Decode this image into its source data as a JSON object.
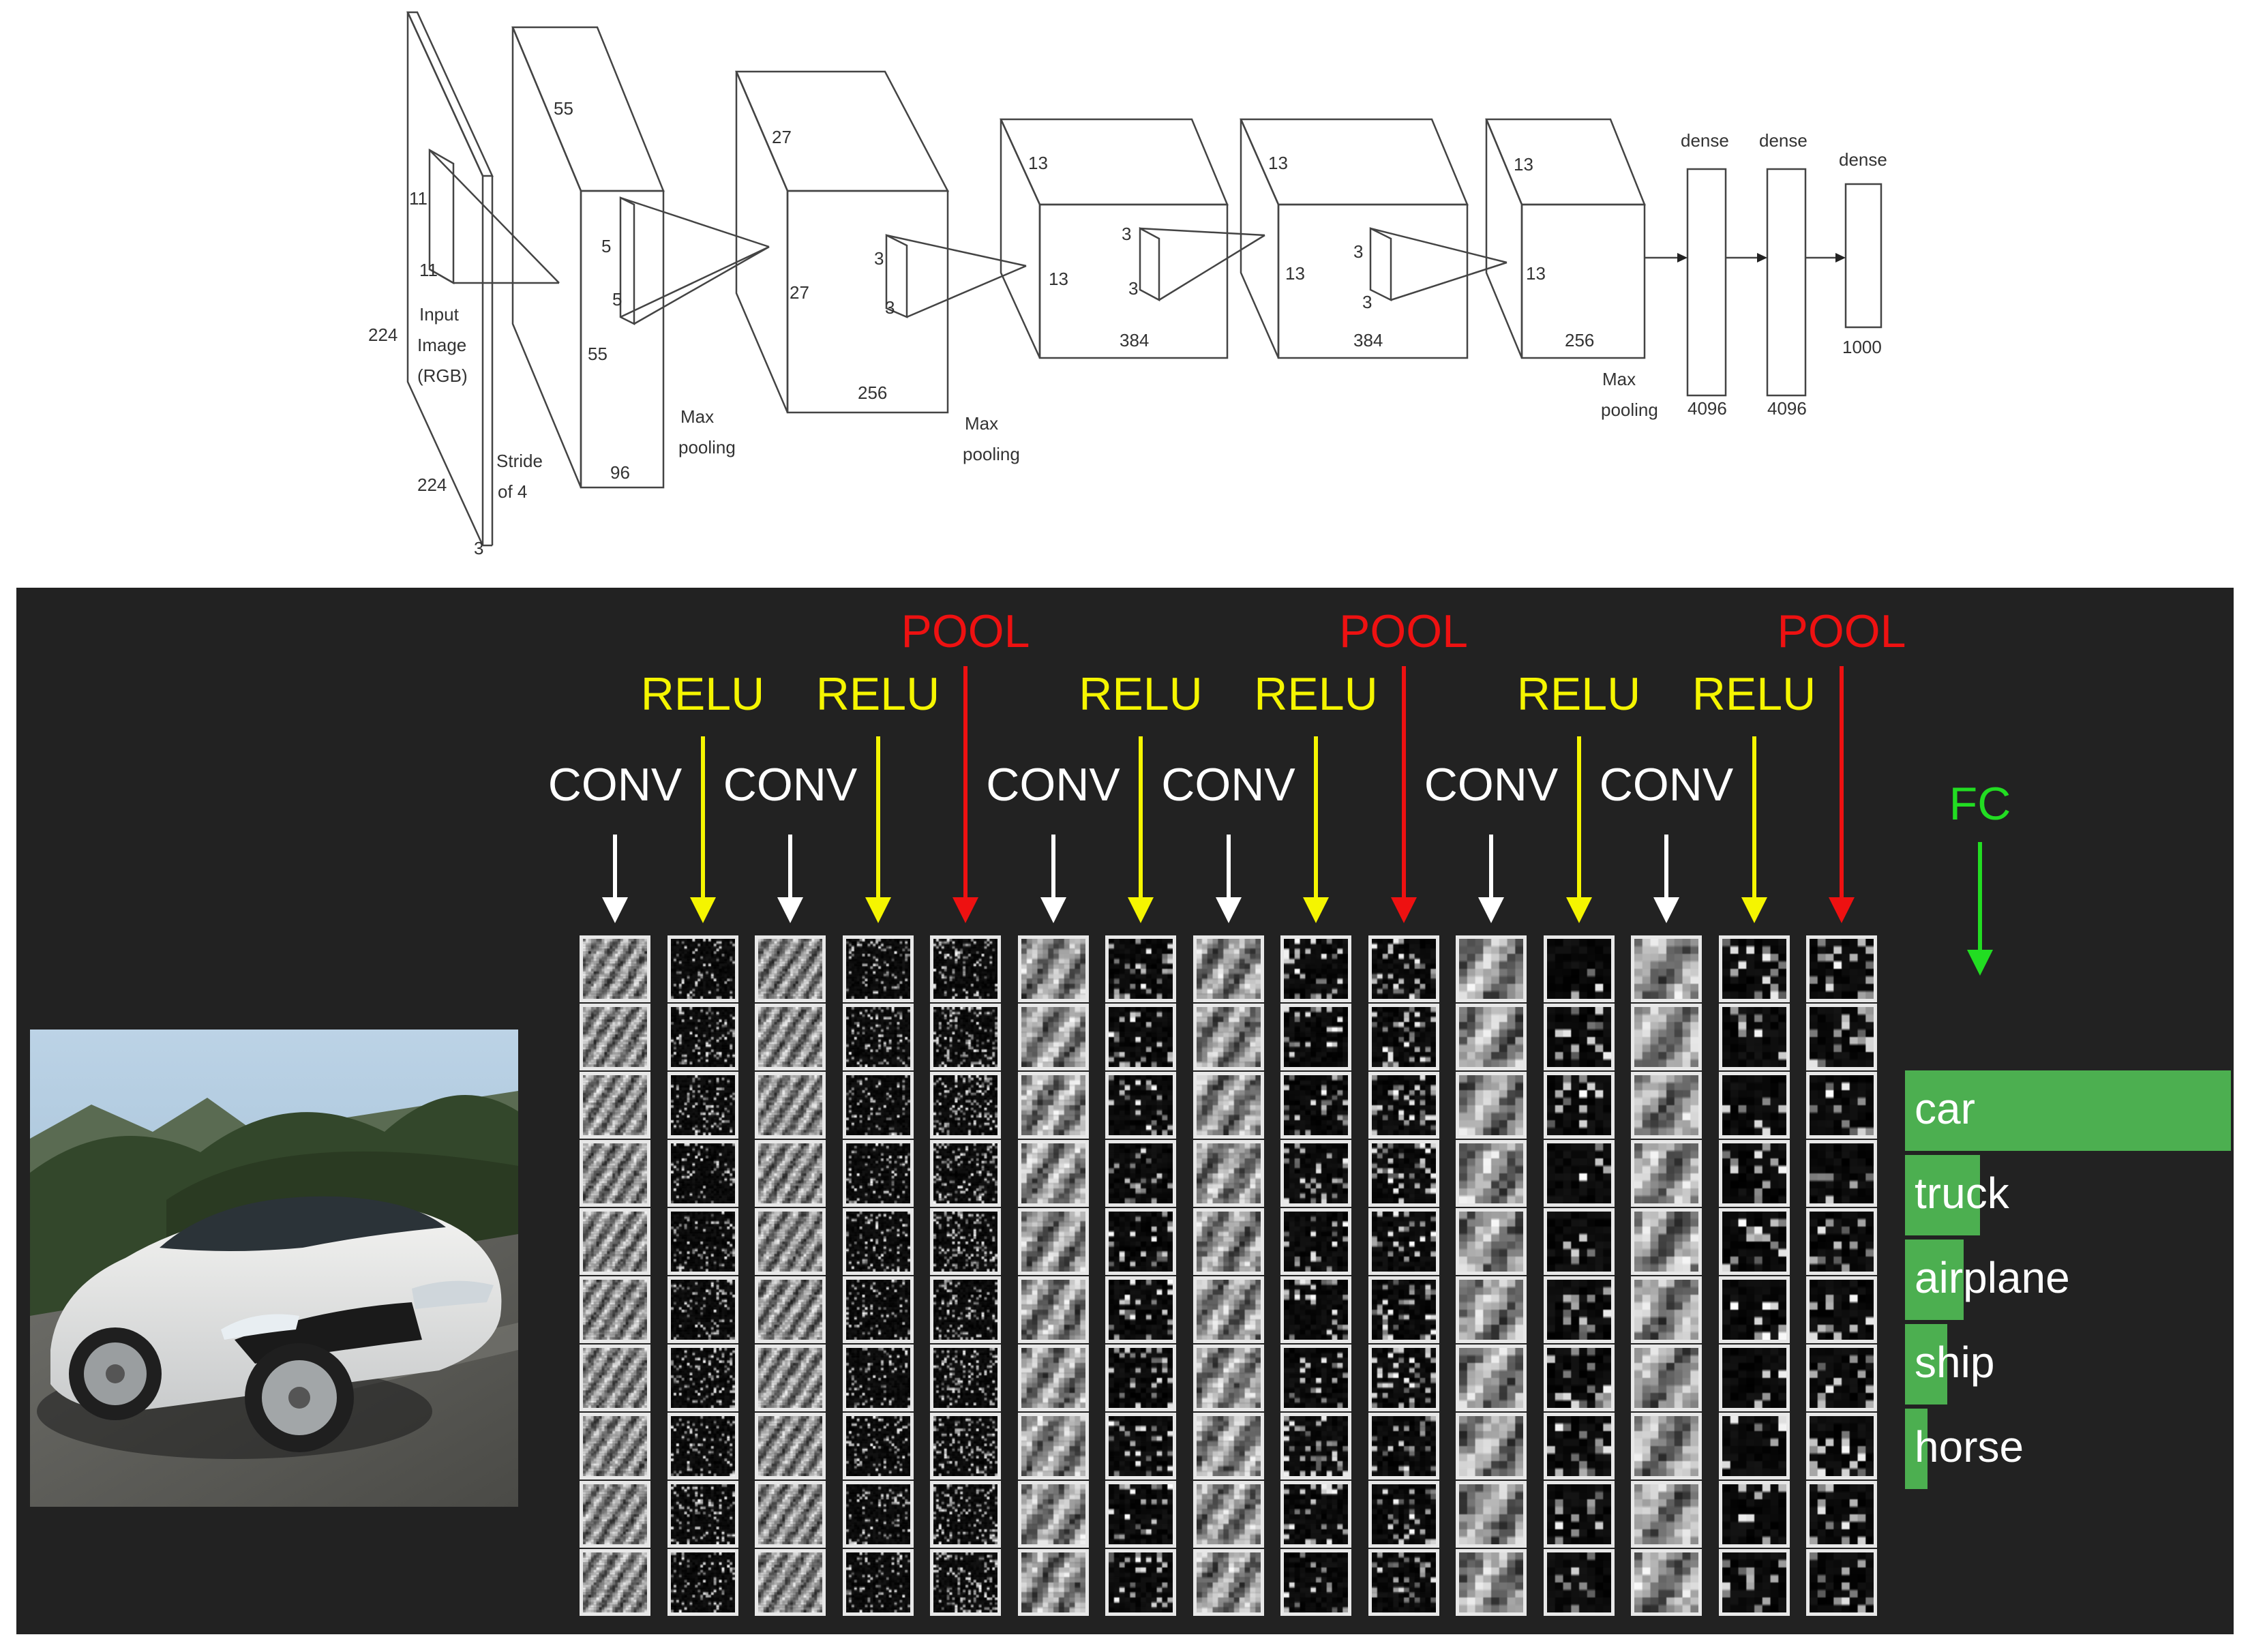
{
  "alexnet": {
    "input": {
      "depth": "3",
      "height": "224",
      "width": "224",
      "kernel_a": "11",
      "kernel_b": "11",
      "caption_1": "Input",
      "caption_2": "Image",
      "caption_3": "(RGB)"
    },
    "stride_1": "Stride",
    "stride_2": "of 4",
    "conv1": {
      "top": "55",
      "side": "55",
      "depth": "96",
      "k_a": "5",
      "k_b": "5"
    },
    "pool1_1": "Max",
    "pool1_2": "pooling",
    "conv2": {
      "top": "27",
      "side": "27",
      "depth": "256",
      "k_a": "3",
      "k_b": "3"
    },
    "pool2_1": "Max",
    "pool2_2": "pooling",
    "conv3": {
      "top": "13",
      "side": "13",
      "depth": "384",
      "k_a": "3",
      "k_b": "3"
    },
    "conv4": {
      "top": "13",
      "side": "13",
      "depth": "384",
      "k_a": "3",
      "k_b": "3"
    },
    "conv5": {
      "top": "13",
      "side": "13",
      "depth": "256"
    },
    "pool3_1": "Max",
    "pool3_2": "pooling",
    "dense_label": "dense",
    "fc6": "4096",
    "fc7": "4096",
    "fc8": "1000"
  },
  "pipeline": {
    "stages": [
      {
        "label": "CONV",
        "kind": "conv"
      },
      {
        "label": "RELU",
        "kind": "relu"
      },
      {
        "label": "CONV",
        "kind": "conv"
      },
      {
        "label": "RELU",
        "kind": "relu"
      },
      {
        "label": "POOL",
        "kind": "pool"
      },
      {
        "label": "CONV",
        "kind": "conv"
      },
      {
        "label": "RELU",
        "kind": "relu"
      },
      {
        "label": "CONV",
        "kind": "conv"
      },
      {
        "label": "RELU",
        "kind": "relu"
      },
      {
        "label": "POOL",
        "kind": "pool"
      },
      {
        "label": "CONV",
        "kind": "conv"
      },
      {
        "label": "RELU",
        "kind": "relu"
      },
      {
        "label": "CONV",
        "kind": "conv"
      },
      {
        "label": "RELU",
        "kind": "relu"
      },
      {
        "label": "POOL",
        "kind": "pool"
      }
    ],
    "fc_label": "FC",
    "colors": {
      "conv": "#ffffff",
      "relu": "#f5f500",
      "pool": "#ee1111",
      "fc": "#22dd22",
      "bar": "#4caf50"
    },
    "feature_maps_per_column": 10,
    "classes": [
      {
        "name": "car",
        "score": 1.0
      },
      {
        "name": "truck",
        "score": 0.23
      },
      {
        "name": "airplane",
        "score": 0.18
      },
      {
        "name": "ship",
        "score": 0.13
      },
      {
        "name": "horse",
        "score": 0.07
      }
    ]
  }
}
